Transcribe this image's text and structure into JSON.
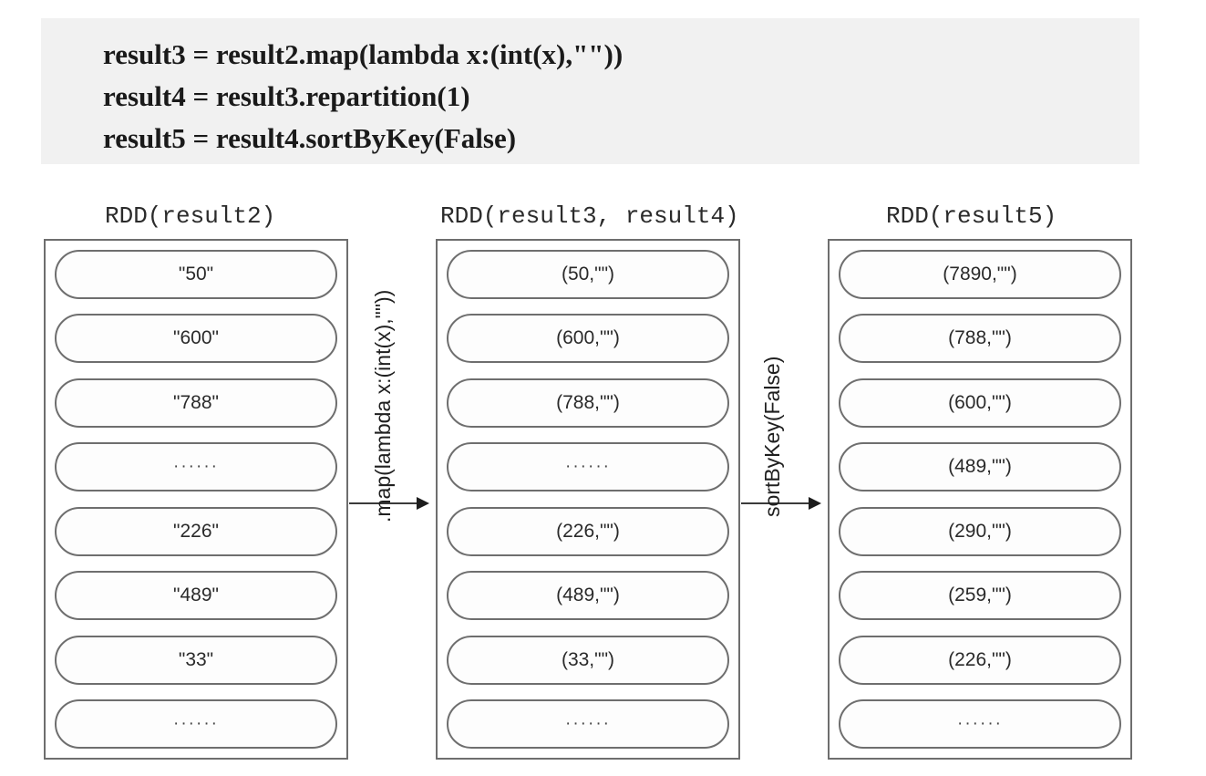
{
  "code_banner": {
    "lines": [
      "result3 = result2.map(lambda x:(int(x),\"\"))",
      "result4 = result3.repartition(1)",
      "result5 = result4.sortByKey(False)"
    ]
  },
  "columns": [
    {
      "title_prefix": "RDD",
      "title_arg": "(result2)",
      "title_full": "RDD(result2)",
      "cells": [
        "\"50\"",
        "\"600\"",
        "\"788\"",
        "······",
        "\"226\"",
        "\"489\"",
        "\"33\"",
        "······"
      ]
    },
    {
      "title_prefix": "RDD",
      "title_arg": "(result3, result4)",
      "title_full": "RDD(result3, result4)",
      "cells": [
        "(50,\"\")",
        "(600,\"\")",
        "(788,\"\")",
        "······",
        "(226,\"\")",
        "(489,\"\")",
        "(33,\"\")",
        "······"
      ]
    },
    {
      "title_prefix": "RDD",
      "title_arg": "(result5)",
      "title_full": "RDD(result5)",
      "cells": [
        "(7890,\"\")",
        "(788,\"\")",
        "(600,\"\")",
        "(489,\"\")",
        "(290,\"\")",
        "(259,\"\")",
        "(226,\"\")",
        "······"
      ]
    }
  ],
  "arrows": [
    {
      "label": ".map(lambda x:(int(x),\"\"))"
    },
    {
      "label": "sortByKey(False)"
    }
  ],
  "colors": {
    "banner_bg": "#f1f1f1",
    "box_border": "#6e6e6e",
    "arrow": "#1d1d1d",
    "text": "#2a2a2a",
    "page_bg": "#ffffff"
  }
}
